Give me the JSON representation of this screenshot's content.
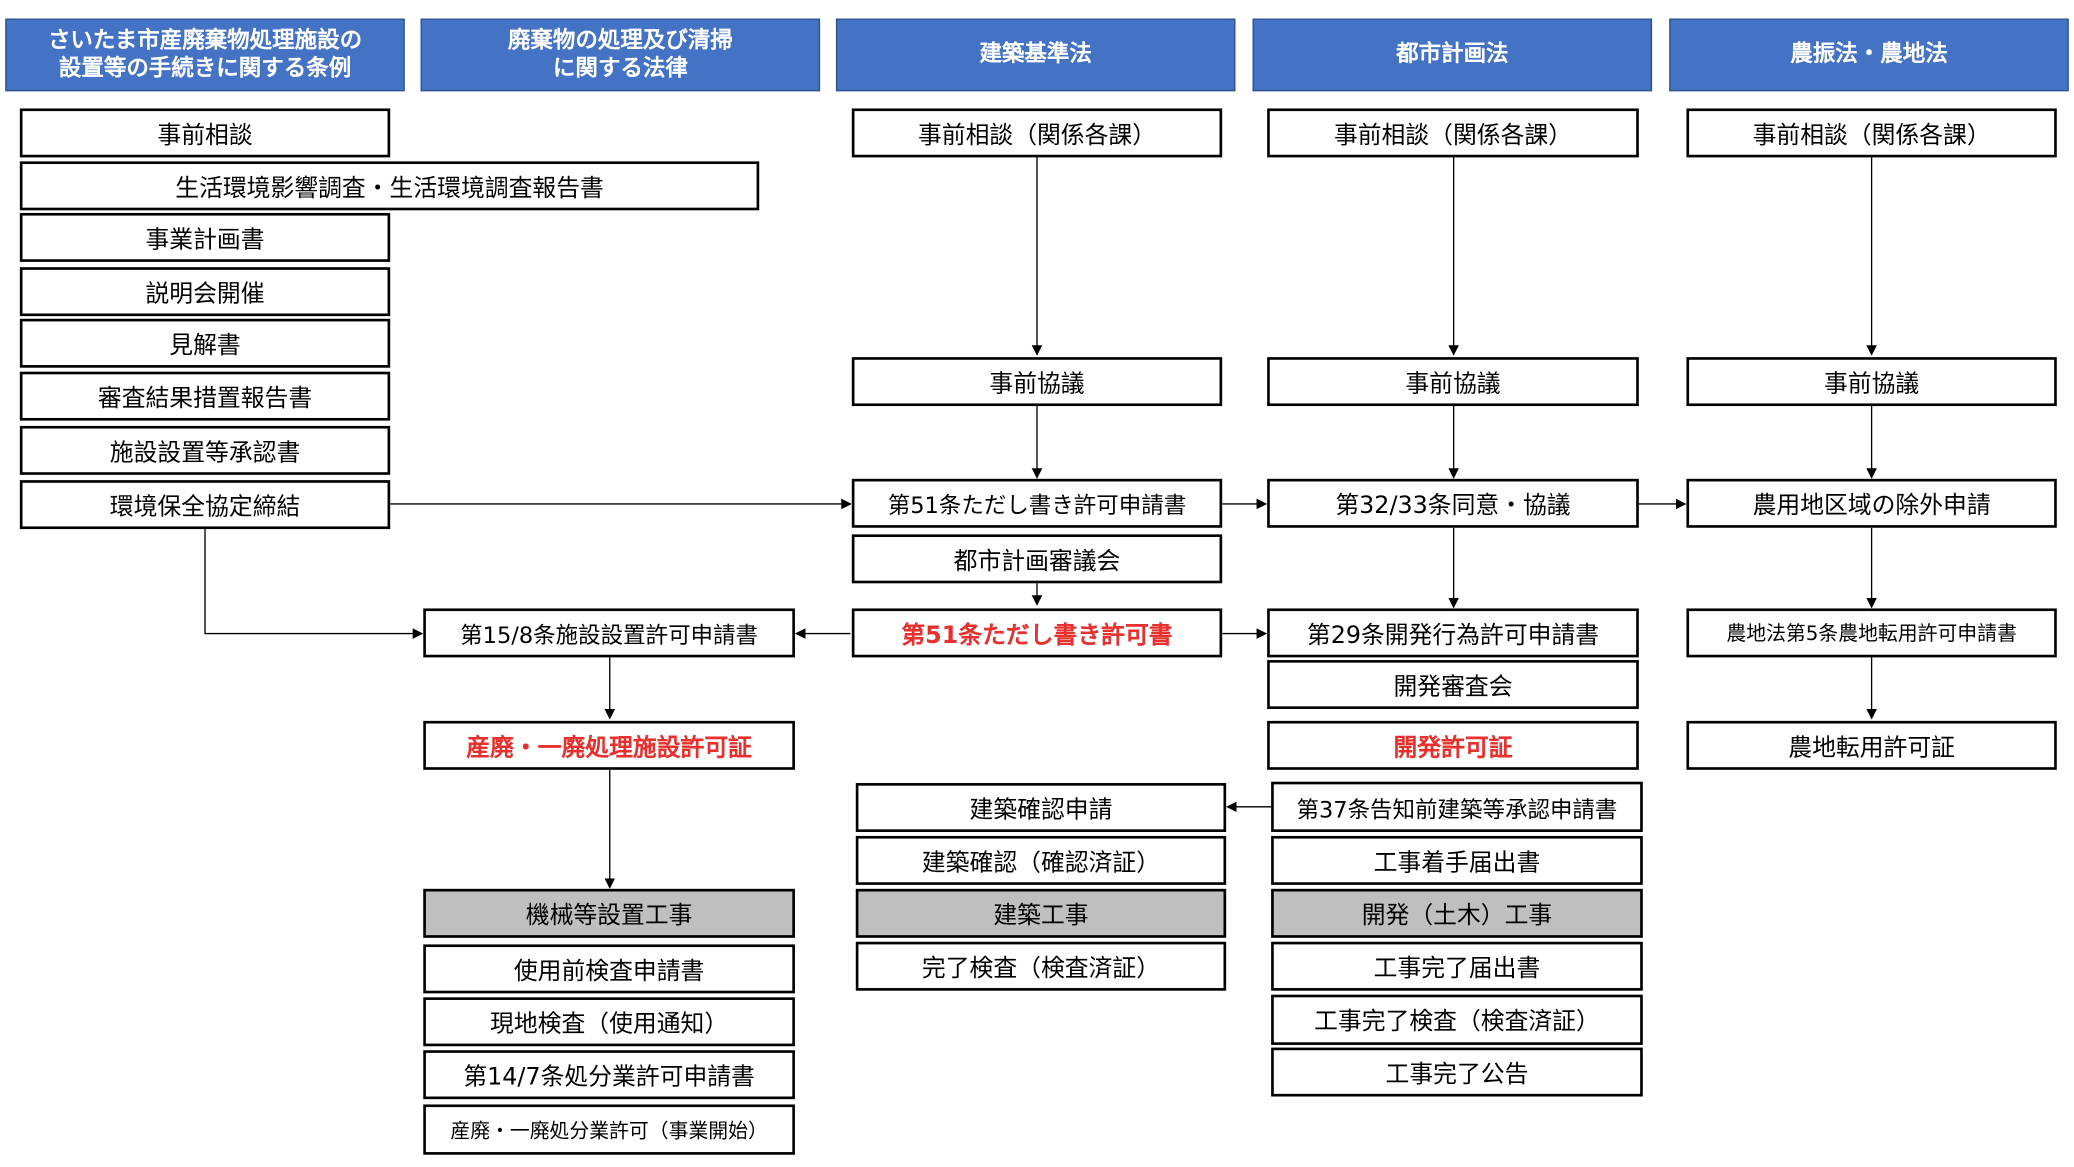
{
  "headers": {
    "saitama": "さいたま市産廃棄物処理施設の\n設置等の手続きに関する条例",
    "waste_law": "廃棄物の処理及び清掃\nに関する法律",
    "building_law": "建築基準法",
    "city_planning_law": "都市計画法",
    "agri_law": "農振法・農地法"
  },
  "saitama_col": {
    "consult": "事前相談",
    "env_survey": "生活環境影響調査・生活環境調査報告書",
    "business_plan": "事業計画書",
    "briefing": "説明会開催",
    "opinion": "見解書",
    "review_report": "審査結果措置報告書",
    "approval": "施設設置等承認書",
    "env_agreement": "環境保全協定締結"
  },
  "waste_col": {
    "install_application": "第15/8条施設設置許可申請書",
    "facility_permit": "産廃・一廃処理施設許可証",
    "machine_work": "機械等設置工事",
    "pre_use_inspection": "使用前検査申請書",
    "site_inspection": "現地検査（使用通知）",
    "business_application": "第14/7条処分業許可申請書",
    "business_permit": "産廃・一廃処分業許可（事業開始）"
  },
  "building_col": {
    "consult": "事前相談（関係各課）",
    "pre_discussion": "事前協議",
    "art51_application": "第51条ただし書き許可申請書",
    "council": "都市計画審議会",
    "art51_permit": "第51条ただし書き許可書",
    "confirm_application": "建築確認申請",
    "confirmation": "建築確認（確認済証）",
    "construction": "建築工事",
    "completion_inspection": "完了検査（検査済証）"
  },
  "city_col": {
    "consult": "事前相談（関係各課）",
    "pre_discussion": "事前協議",
    "art32_33": "第32/33条同意・協議",
    "art29_application": "第29条開発行為許可申請書",
    "dev_council": "開発審査会",
    "dev_permit": "開発許可証",
    "art37_application": "第37条告知前建築等承認申請書",
    "start_notice": "工事着手届出書",
    "civil_work": "開発（土木）工事",
    "completion_notice": "工事完了届出書",
    "completion_inspection": "工事完了検査（検査済証）",
    "completion_announce": "工事完了公告"
  },
  "agri_col": {
    "consult": "事前相談（関係各課）",
    "pre_discussion": "事前協議",
    "exclusion": "農用地区域の除外申請",
    "art5_application": "農地法第5条農地転用許可申請書",
    "conversion_permit": "農地転用許可証"
  },
  "colors": {
    "header_bg": "#4472c4",
    "permit_red": "#e8312e",
    "work_gray": "#bfbfbf"
  }
}
